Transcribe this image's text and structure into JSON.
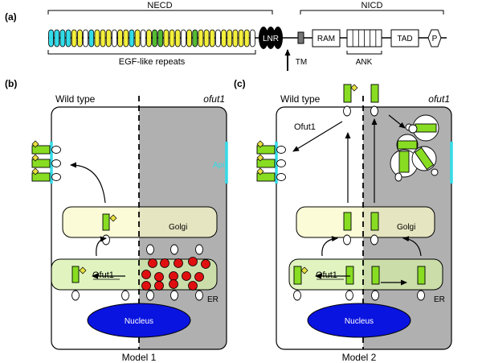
{
  "panel_a": {
    "label": "(a)",
    "necd": "NECD",
    "nicd": "NICD",
    "egf_label": "EGF-like repeats",
    "lnr": "LNR",
    "tm": "TM",
    "ram": "RAM",
    "ank": "ANK",
    "tad": "TAD",
    "p": "P",
    "repeat_colors": [
      "c",
      "c",
      "c",
      "c",
      "y",
      "y",
      "w",
      "c",
      "y",
      "y",
      "y",
      "w",
      "y",
      "y",
      "c",
      "y",
      "w",
      "y",
      "g",
      "g",
      "y",
      "y",
      "y",
      "w",
      "y",
      "g",
      "y",
      "y",
      "y",
      "w",
      "y",
      "y",
      "y",
      "y",
      "y",
      "w"
    ],
    "colors": {
      "c": "#33dbe8",
      "y": "#f2ee3c",
      "g": "#55bb33",
      "w": "#ffffff"
    }
  },
  "panel_b": {
    "label": "(b)",
    "wild_type": "Wild type",
    "mutant": "ofut1",
    "golgi": "Golgi",
    "er": "ER",
    "nucleus": "Nucleus",
    "ofut1": "Ofut1",
    "apical": "Api",
    "caption": "Model 1"
  },
  "panel_c": {
    "label": "(c)",
    "wild_type": "Wild type",
    "mutant": "ofut1",
    "golgi": "Golgi",
    "er": "ER",
    "nucleus": "Nucleus",
    "ofut1": "Ofut1",
    "ofut1_er": "Ofut1",
    "caption": "Model 2"
  },
  "colors": {
    "mutant_bg": "#b0b0b0",
    "golgi": "#fafac8",
    "er": "#d6f0a8",
    "notch": "#88dd22",
    "fucose": "#e8e040",
    "nucleus": "#0a14e0",
    "red": "#e01010",
    "membrane": "#33dbe8"
  }
}
